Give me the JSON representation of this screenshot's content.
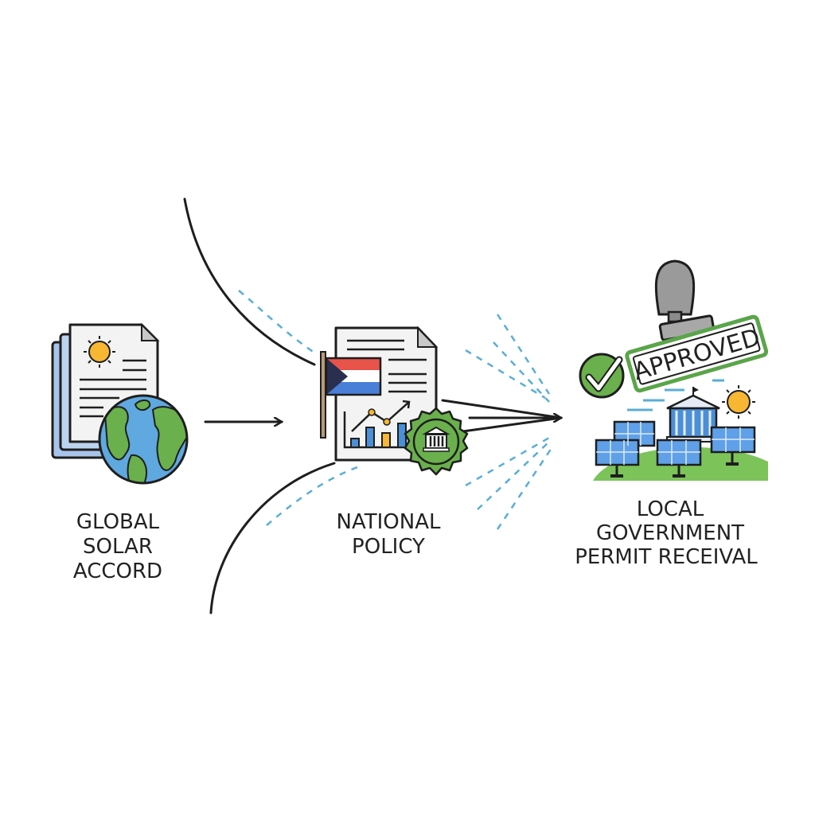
{
  "stages": [
    {
      "id": "global",
      "label_lines": [
        "GLOBAL",
        "SOLAR",
        "ACCORD"
      ],
      "icon": "document-globe-icon"
    },
    {
      "id": "national",
      "label_lines": [
        "NATIONAL",
        "POLICY"
      ],
      "icon": "policy-document-flag-icon"
    },
    {
      "id": "local",
      "label_lines": [
        "LOCAL",
        "GOVERNMENT",
        "PERMIT RECEIVAL"
      ],
      "icon": "approved-stamp-solar-farm-icon"
    }
  ],
  "stamp": {
    "text": "APPROVED"
  },
  "colors": {
    "green": "#6ab04c",
    "blue": "#4a8fd8",
    "sun": "#f7b733",
    "paper": "#f3f3f3",
    "outline": "#1e1e1e",
    "dash": "#5aaed6"
  }
}
